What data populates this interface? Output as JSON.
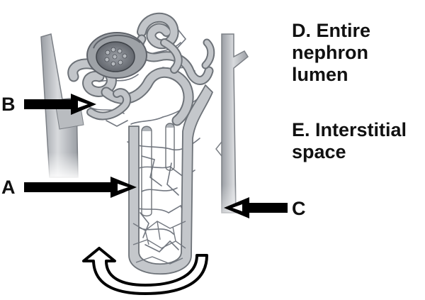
{
  "labels": {
    "a": "A",
    "b": "B",
    "c": "C"
  },
  "legend": {
    "d": "D. Entire\nnephron\nlumen",
    "e": "E. Interstitial\nspace"
  },
  "colors": {
    "tubule_fill": "#b8bcc1",
    "tubule_outline": "#6d7278",
    "vessel_fill": "#c9ccd0",
    "vessel_dark": "#8a8e93",
    "capillary": "#727780",
    "arrow": "#000000",
    "text": "#111111"
  }
}
